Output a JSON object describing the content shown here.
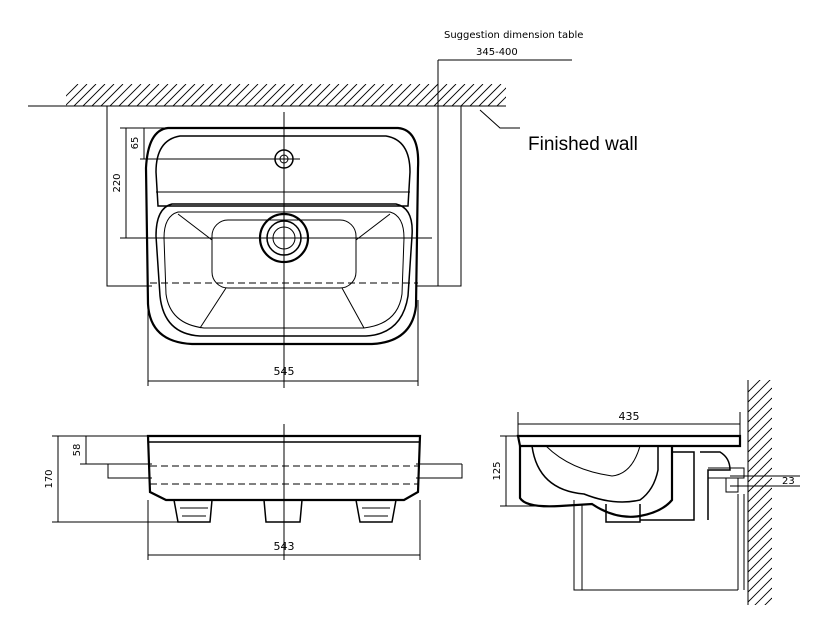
{
  "labels": {
    "suggestion_title": "Suggestion dimension table",
    "suggestion_range": "345-400",
    "finished_wall": "Finished wall"
  },
  "dimensions": {
    "top_width": "545",
    "front_width": "543",
    "depth_side": "435",
    "height_total": "170",
    "height_rim": "58",
    "tap_offset": "65",
    "drain_offset": "220",
    "side_height": "125",
    "wall_gap": "23"
  }
}
